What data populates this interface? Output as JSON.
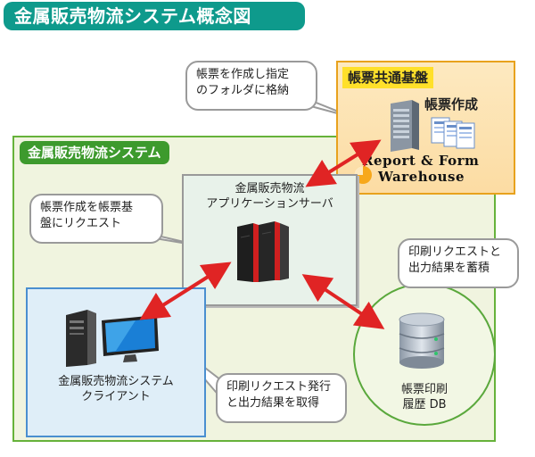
{
  "title": "金属販売物流システム概念図",
  "system": {
    "label": "金属販売物流システム"
  },
  "platform": {
    "label": "帳票共通基盤",
    "server_label": "帳票作成",
    "product_line1": "Report & Form",
    "product_line2": "Warehouse"
  },
  "app_server": {
    "line1": "金属販売物流",
    "line2": "アプリケーションサーバ"
  },
  "client": {
    "line1": "金属販売物流システム",
    "line2": "クライアント"
  },
  "db": {
    "line1": "帳票印刷",
    "line2": "履歴 DB"
  },
  "callouts": {
    "platform_note": {
      "line1": "帳票を作成し指定",
      "line2": "のフォルダに格納"
    },
    "app_note": {
      "line1": "帳票作成を帳票基",
      "line2": "盤にリクエスト"
    },
    "db_note": {
      "line1": "印刷リクエストと",
      "line2": "出力結果を蓄積"
    },
    "client_note": {
      "line1": "印刷リクエスト発行",
      "line2": "と出力結果を取得"
    }
  },
  "colors": {
    "title_bg": "#0e9a8c",
    "system_border": "#66b23a",
    "platform_border": "#e8a21d",
    "platform_label_bg": "#ffe02a",
    "client_border": "#4a8fd0",
    "arrow": "#e02424"
  },
  "icons": [
    "server-icon",
    "documents-icon",
    "server-rack-icon",
    "desktop-pc-icon",
    "database-icon",
    "rfw-logo-icon"
  ]
}
